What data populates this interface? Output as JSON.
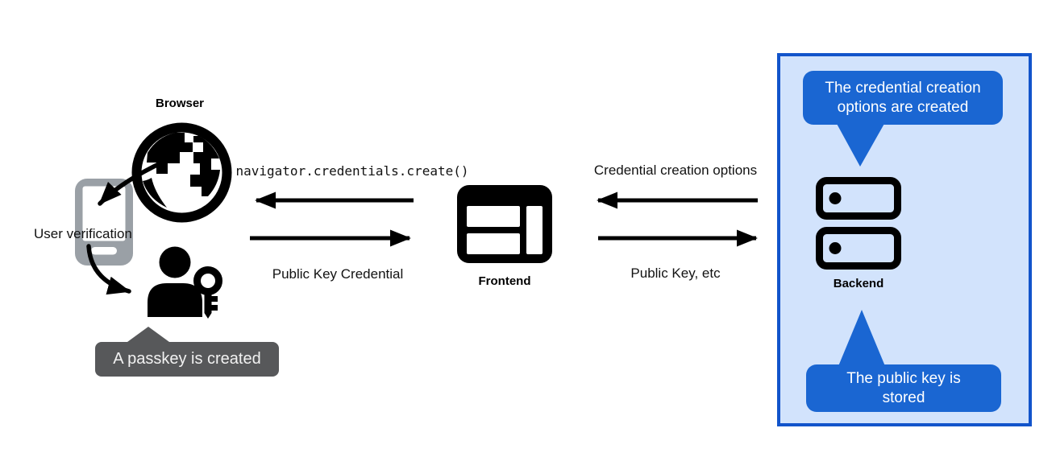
{
  "actors": {
    "browser": {
      "label": "Browser"
    },
    "user_verification": {
      "label": "User verification"
    },
    "frontend": {
      "label": "Frontend"
    },
    "backend": {
      "label": "Backend"
    }
  },
  "messages": {
    "navigator_create": "navigator.credentials.create()",
    "public_key_credential": "Public Key Credential",
    "credential_creation_options": "Credential creation options",
    "public_key_etc": "Public Key, etc"
  },
  "callouts": {
    "passkey_created": "A passkey is created",
    "options_created": "The credential creation options are created",
    "public_key_stored": "The public key is stored"
  },
  "icons": {
    "browser": "globe-icon",
    "user_verification": "phone-icon",
    "passkey": "person-with-key-icon",
    "frontend": "browser-window-icon",
    "backend": "server-stack-icon"
  },
  "colors": {
    "bubble_blue": "#1a66d2",
    "panel_fill": "#d2e3fc",
    "panel_border": "#1254cb",
    "tooltip_gray": "#57585a",
    "phone_gray": "#9aa0a6",
    "icon_black": "#000000",
    "arrow_black": "#000000",
    "background": "#ffffff"
  }
}
